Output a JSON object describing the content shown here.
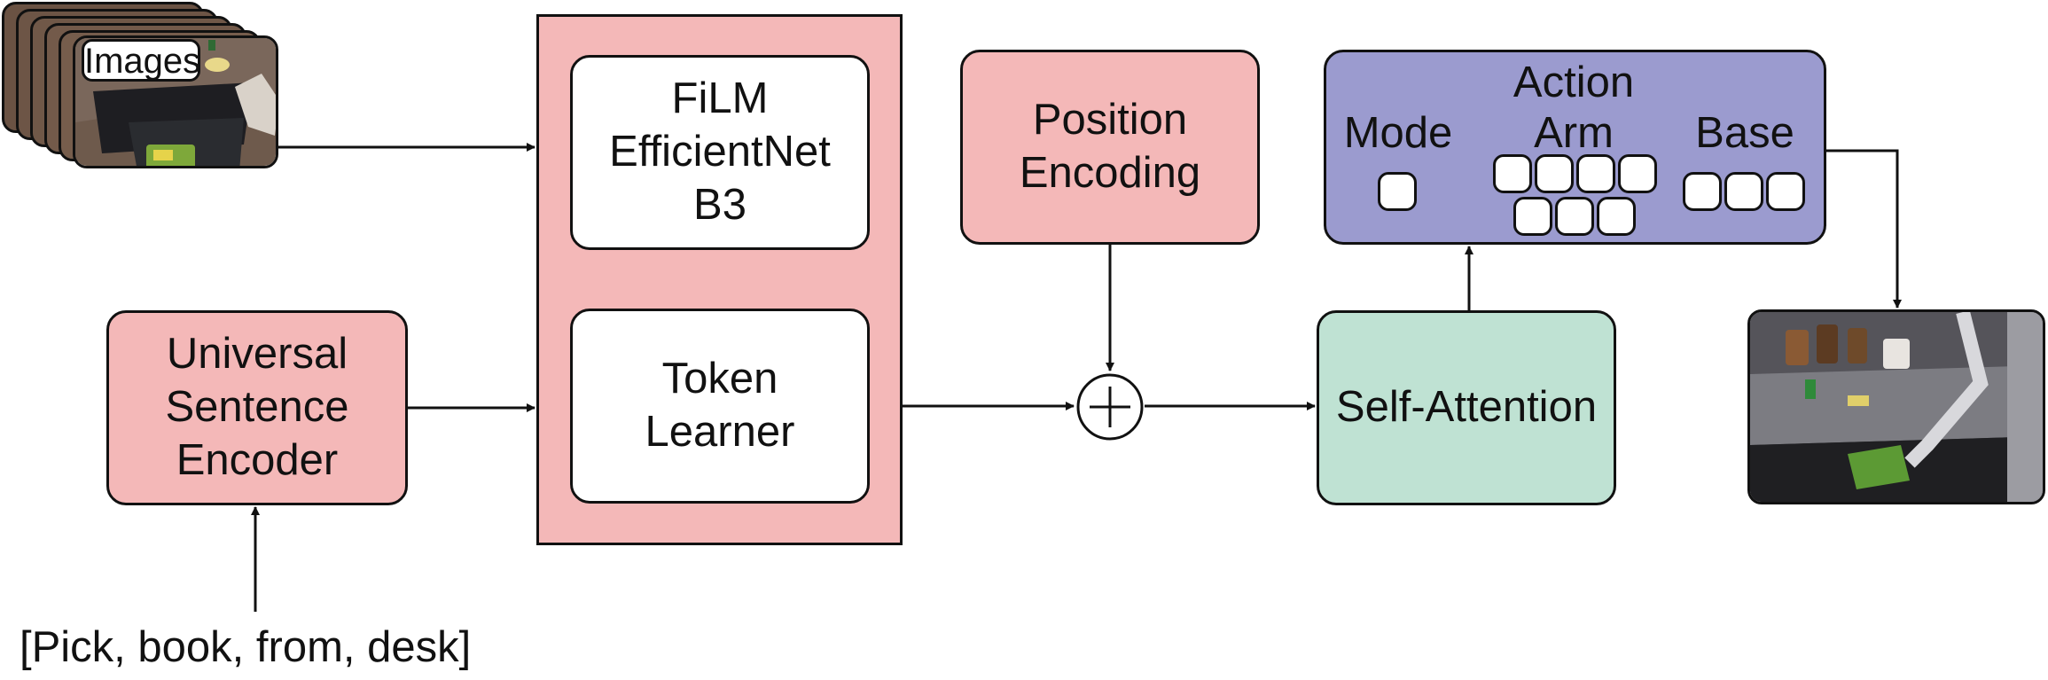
{
  "inputs": {
    "images_label": "Images",
    "instruction": "[Pick, book, from, desk]"
  },
  "encoders": {
    "sentence_encoder": "Universal\nSentence\nEncoder",
    "film_efficientnet": "FiLM\nEfficientNet\nB3",
    "token_learner": "Token\nLearner"
  },
  "position_encoding": "Position\nEncoding",
  "self_attention": "Self-Attention",
  "action": {
    "title": "Action",
    "mode_label": "Mode",
    "arm_label": "Arm",
    "base_label": "Base",
    "mode_tokens": 1,
    "arm_tokens": 7,
    "base_tokens": 3
  },
  "add_operator": "+",
  "colors": {
    "pink": "#f4b8b8",
    "green": "#bfe2d3",
    "purple": "#9b9bcf",
    "stroke": "#111111"
  },
  "icons": [
    "image-stack-icon",
    "robot-photo-icon",
    "plus-circle-icon"
  ]
}
